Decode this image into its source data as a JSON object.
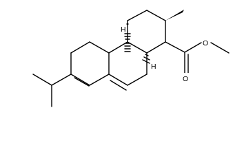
{
  "molecule": {
    "atom_labels": {
      "oxygen_ester": "O",
      "oxygen_carbonyl": "O",
      "h_upper": "H",
      "h_lower": "H"
    }
  },
  "colors": {
    "background": "#ffffff",
    "ink": "#000000"
  }
}
